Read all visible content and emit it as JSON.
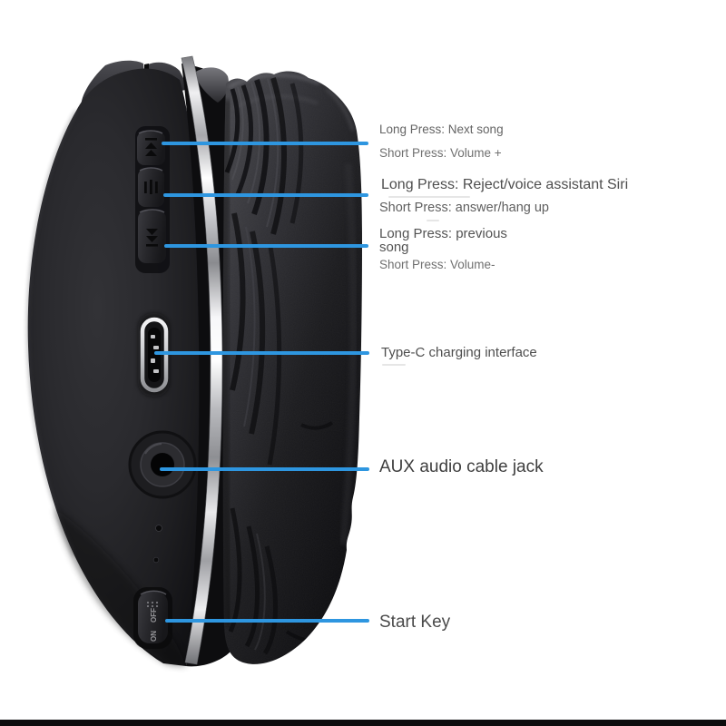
{
  "page": {
    "background_color": "#ffffff",
    "accent_line_color": "#2e96e0"
  },
  "product": {
    "description": "black wireless over-ear headphone, folded side view",
    "colors": {
      "body": "#26262a",
      "cushion": "#141417",
      "chrome_trim": "#d7d8db"
    },
    "switch": {
      "off_label": "OFF",
      "on_label": "ON"
    }
  },
  "callouts": [
    {
      "long": "Long Press: Next song",
      "short": "Short Press: Volume +"
    },
    {
      "long": "Long Press: Reject/voice assistant Siri",
      "short": "Short Press: answer/hang up"
    },
    {
      "long": "Long Press: previous\nsong",
      "short": "Short Press: Volume-"
    },
    {
      "label": "Type-C charging interface"
    },
    {
      "label": "AUX audio cable jack"
    },
    {
      "label": "Start Key"
    }
  ]
}
